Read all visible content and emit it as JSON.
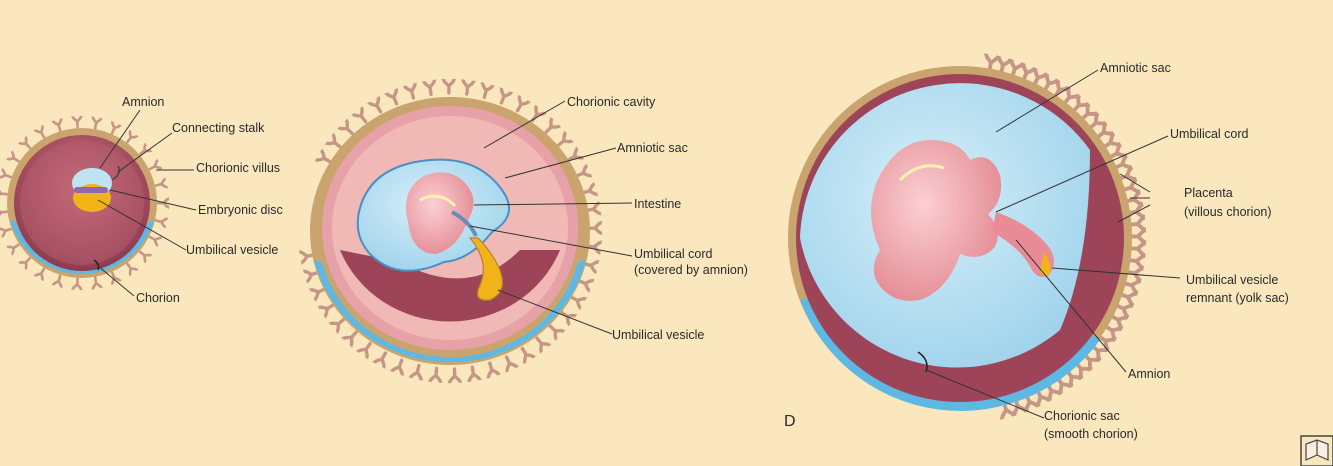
{
  "panels": [
    {
      "labels": {
        "amnion": "Amnion",
        "connecting_stalk": "Connecting stalk",
        "chorionic_villus": "Chorionic villus",
        "embryonic_disc": "Embryonic disc",
        "umbilical_vesicle": "Umbilical vesicle",
        "chorion": "Chorion"
      }
    },
    {
      "labels": {
        "chorionic_cavity": "Chorionic cavity",
        "amniotic_sac": "Amniotic sac",
        "intestine": "Intestine",
        "umbilical_cord": [
          "Umbilical cord",
          "(covered by amnion)"
        ],
        "umbilical_vesicle": "Umbilical vesicle"
      }
    },
    {
      "letter": "D",
      "labels": {
        "amniotic_sac": "Amniotic sac",
        "umbilical_cord": "Umbilical cord",
        "placenta": [
          "Placenta",
          "(villous chorion)"
        ],
        "umbilical_vesicle_remnant": [
          "Umbilical vesicle",
          "remnant (yolk sac)"
        ],
        "amnion": "Amnion",
        "chorionic_sac": [
          "Chorionic sac",
          "(smooth chorion)"
        ]
      }
    }
  ],
  "colors": {
    "background": "#fbe7bd",
    "chorion_tan": "#c9a46e",
    "villus_pink": "#e8b4a4",
    "smooth_chorion_blue": "#5eb8e4",
    "cavity_maroon": "#9e4458",
    "amniotic_fluid_blue": "#bfe3f2",
    "embryo_pink": "#f1a8b0",
    "yolk_yellow": "#f2b318"
  },
  "icons": [
    "book-logo-icon"
  ]
}
